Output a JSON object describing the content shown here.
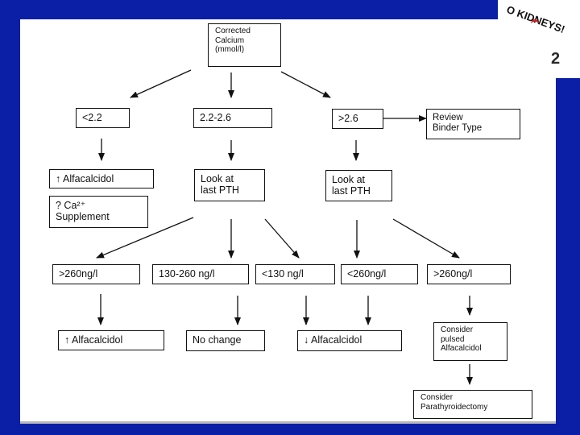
{
  "logo": {
    "text": "O KIDNEYS!",
    "fragment": "2"
  },
  "nodes": {
    "corrected_calcium": "Corrected\nCalcium\n(mmol/l)",
    "lt_2_2": "<2.2",
    "range_2_2_2_6": "2.2-2.6",
    "gt_2_6": ">2.6",
    "review_binder": "Review\nBinder Type",
    "up_alfacalcidol_low": "↑ Alfacalcidol",
    "ca_supplement": "? Ca²⁺\nSupplement",
    "look_pth_mid": "Look    at\nlast PTH",
    "look_pth_high": "Look    at\nlast PTH",
    "pth_gt260_a": ">260ng/l",
    "pth_130_260": "130-260  ng/l",
    "pth_lt130": "<130 ng/l",
    "pth_lt260": "<260ng/l",
    "pth_gt260_b": ">260ng/l",
    "up_alfacalcidol_pth": "↑ Alfacalcidol",
    "no_change": "No change",
    "down_alfacalcidol": "↓ Alfacalcidol",
    "consider_pulsed": "Consider\npulsed\nAlfacalcidol",
    "consider_parathyroidectomy": "Consider\nParathyroidectomy"
  }
}
